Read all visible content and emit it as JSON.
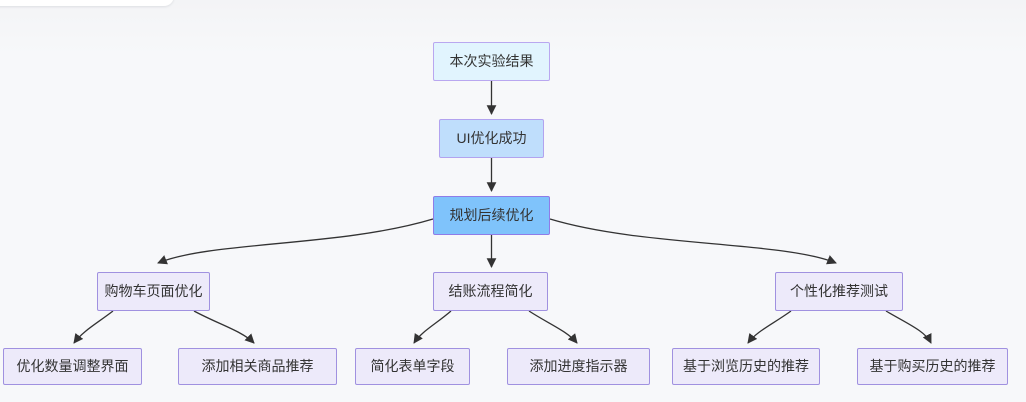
{
  "diagram": {
    "type": "flowchart",
    "direction": "top-down",
    "nodes": {
      "root": {
        "label": "本次实验结果"
      },
      "success": {
        "label": "UI优化成功"
      },
      "plan": {
        "label": "规划后续优化"
      },
      "cart": {
        "label": "购物车页面优化"
      },
      "checkout": {
        "label": "结账流程简化"
      },
      "personal": {
        "label": "个性化推荐测试"
      },
      "cart_qty": {
        "label": "优化数量调整界面"
      },
      "cart_related": {
        "label": "添加相关商品推荐"
      },
      "form": {
        "label": "简化表单字段"
      },
      "progress": {
        "label": "添加进度指示器"
      },
      "rec_browse": {
        "label": "基于浏览历史的推荐"
      },
      "rec_purchase": {
        "label": "基于购买历史的推荐"
      }
    },
    "edges": [
      {
        "from": "root",
        "to": "success"
      },
      {
        "from": "success",
        "to": "plan"
      },
      {
        "from": "plan",
        "to": "cart"
      },
      {
        "from": "plan",
        "to": "checkout"
      },
      {
        "from": "plan",
        "to": "personal"
      },
      {
        "from": "cart",
        "to": "cart_qty"
      },
      {
        "from": "cart",
        "to": "cart_related"
      },
      {
        "from": "checkout",
        "to": "form"
      },
      {
        "from": "checkout",
        "to": "progress"
      },
      {
        "from": "personal",
        "to": "rec_browse"
      },
      {
        "from": "personal",
        "to": "rec_purchase"
      }
    ],
    "colors": {
      "background": "#f7f8fa",
      "root_fill": "#e1f4fe",
      "root_border": "#b9a7f0",
      "success_fill": "#bfdefc",
      "success_border": "#b2a3ef",
      "plan_fill": "#7fc3fb",
      "plan_border": "#8f7ce8",
      "task_fill": "#edeafa",
      "task_border": "#a091e0",
      "edge": "#333333",
      "text": "#333333"
    }
  }
}
